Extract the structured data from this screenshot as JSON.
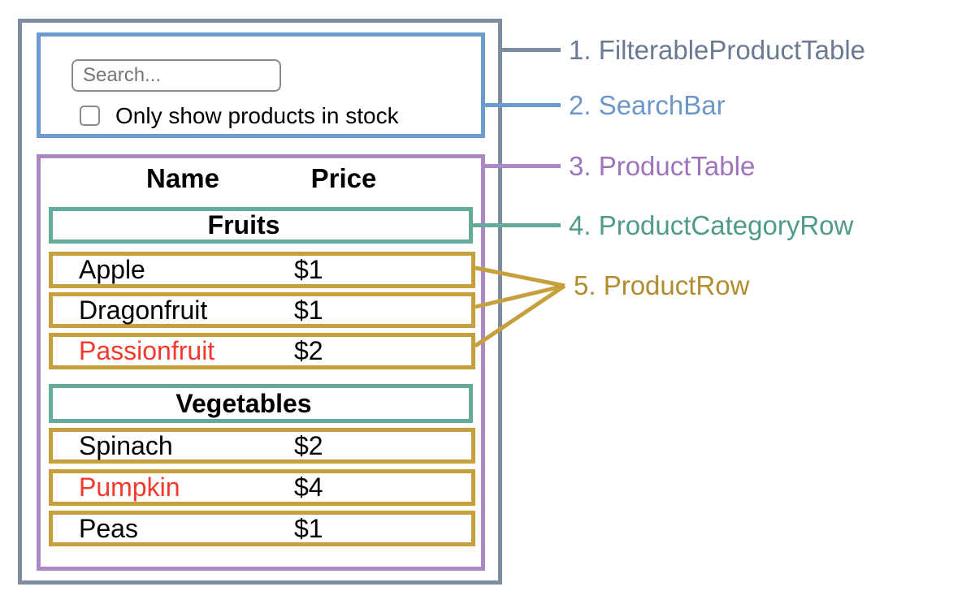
{
  "search_bar": {
    "placeholder": "Search...",
    "checkbox_label": "Only show products in stock"
  },
  "product_table": {
    "name_header": "Name",
    "price_header": "Price",
    "sections": [
      {
        "category": "Fruits",
        "rows": [
          {
            "name": "Apple",
            "price": "$1",
            "out_of_stock": false
          },
          {
            "name": "Dragonfruit",
            "price": "$1",
            "out_of_stock": false
          },
          {
            "name": "Passionfruit",
            "price": "$2",
            "out_of_stock": true
          }
        ]
      },
      {
        "category": "Vegetables",
        "rows": [
          {
            "name": "Spinach",
            "price": "$2",
            "out_of_stock": false
          },
          {
            "name": "Pumpkin",
            "price": "$4",
            "out_of_stock": true
          },
          {
            "name": "Peas",
            "price": "$1",
            "out_of_stock": false
          }
        ]
      }
    ]
  },
  "annotations": [
    {
      "text": "1. FilterableProductTable",
      "color": "#6b7a93"
    },
    {
      "text": "2. SearchBar",
      "color": "#6d97c9"
    },
    {
      "text": "3. ProductTable",
      "color": "#9d73ba"
    },
    {
      "text": "4. ProductCategoryRow",
      "color": "#4f9a8a"
    },
    {
      "text": "5. ProductRow",
      "color": "#b08d2f"
    }
  ],
  "colors": {
    "outer_border": "#7e8ca2",
    "searchbar_border": "#6d9ace",
    "producttable_border": "#ac87c6",
    "category_border": "#65ab9b",
    "product_row_border": "#c7a03e",
    "out_of_stock_text": "#f2392c"
  }
}
